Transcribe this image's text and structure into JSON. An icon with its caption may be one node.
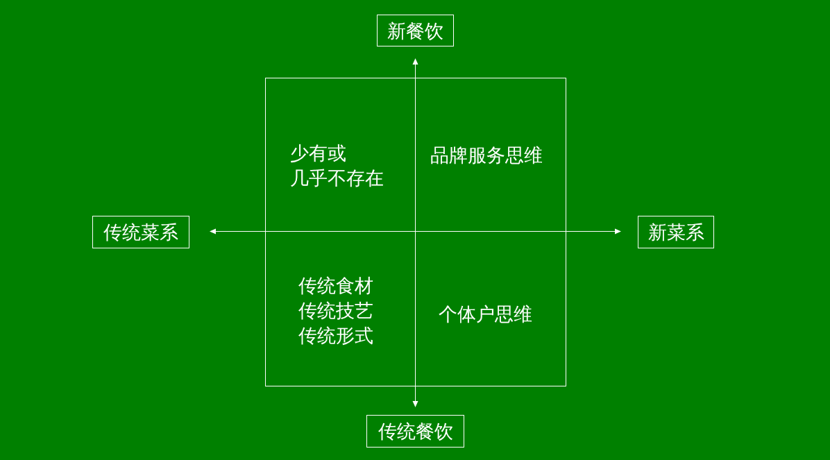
{
  "diagram": {
    "nodes": [
      {
        "text": [
          "新餐饮"
        ]
      },
      {
        "text": [
          "少有或几乎不存在",
          "品牌服务思维",
          "传统食材传统技艺传统形式",
          "个体户思维"
        ]
      },
      {
        "text": [
          "传统菜系"
        ]
      },
      {
        "text": [
          "新菜系"
        ]
      },
      {
        "text": [
          "传统餐饮"
        ]
      }
    ]
  }
}
